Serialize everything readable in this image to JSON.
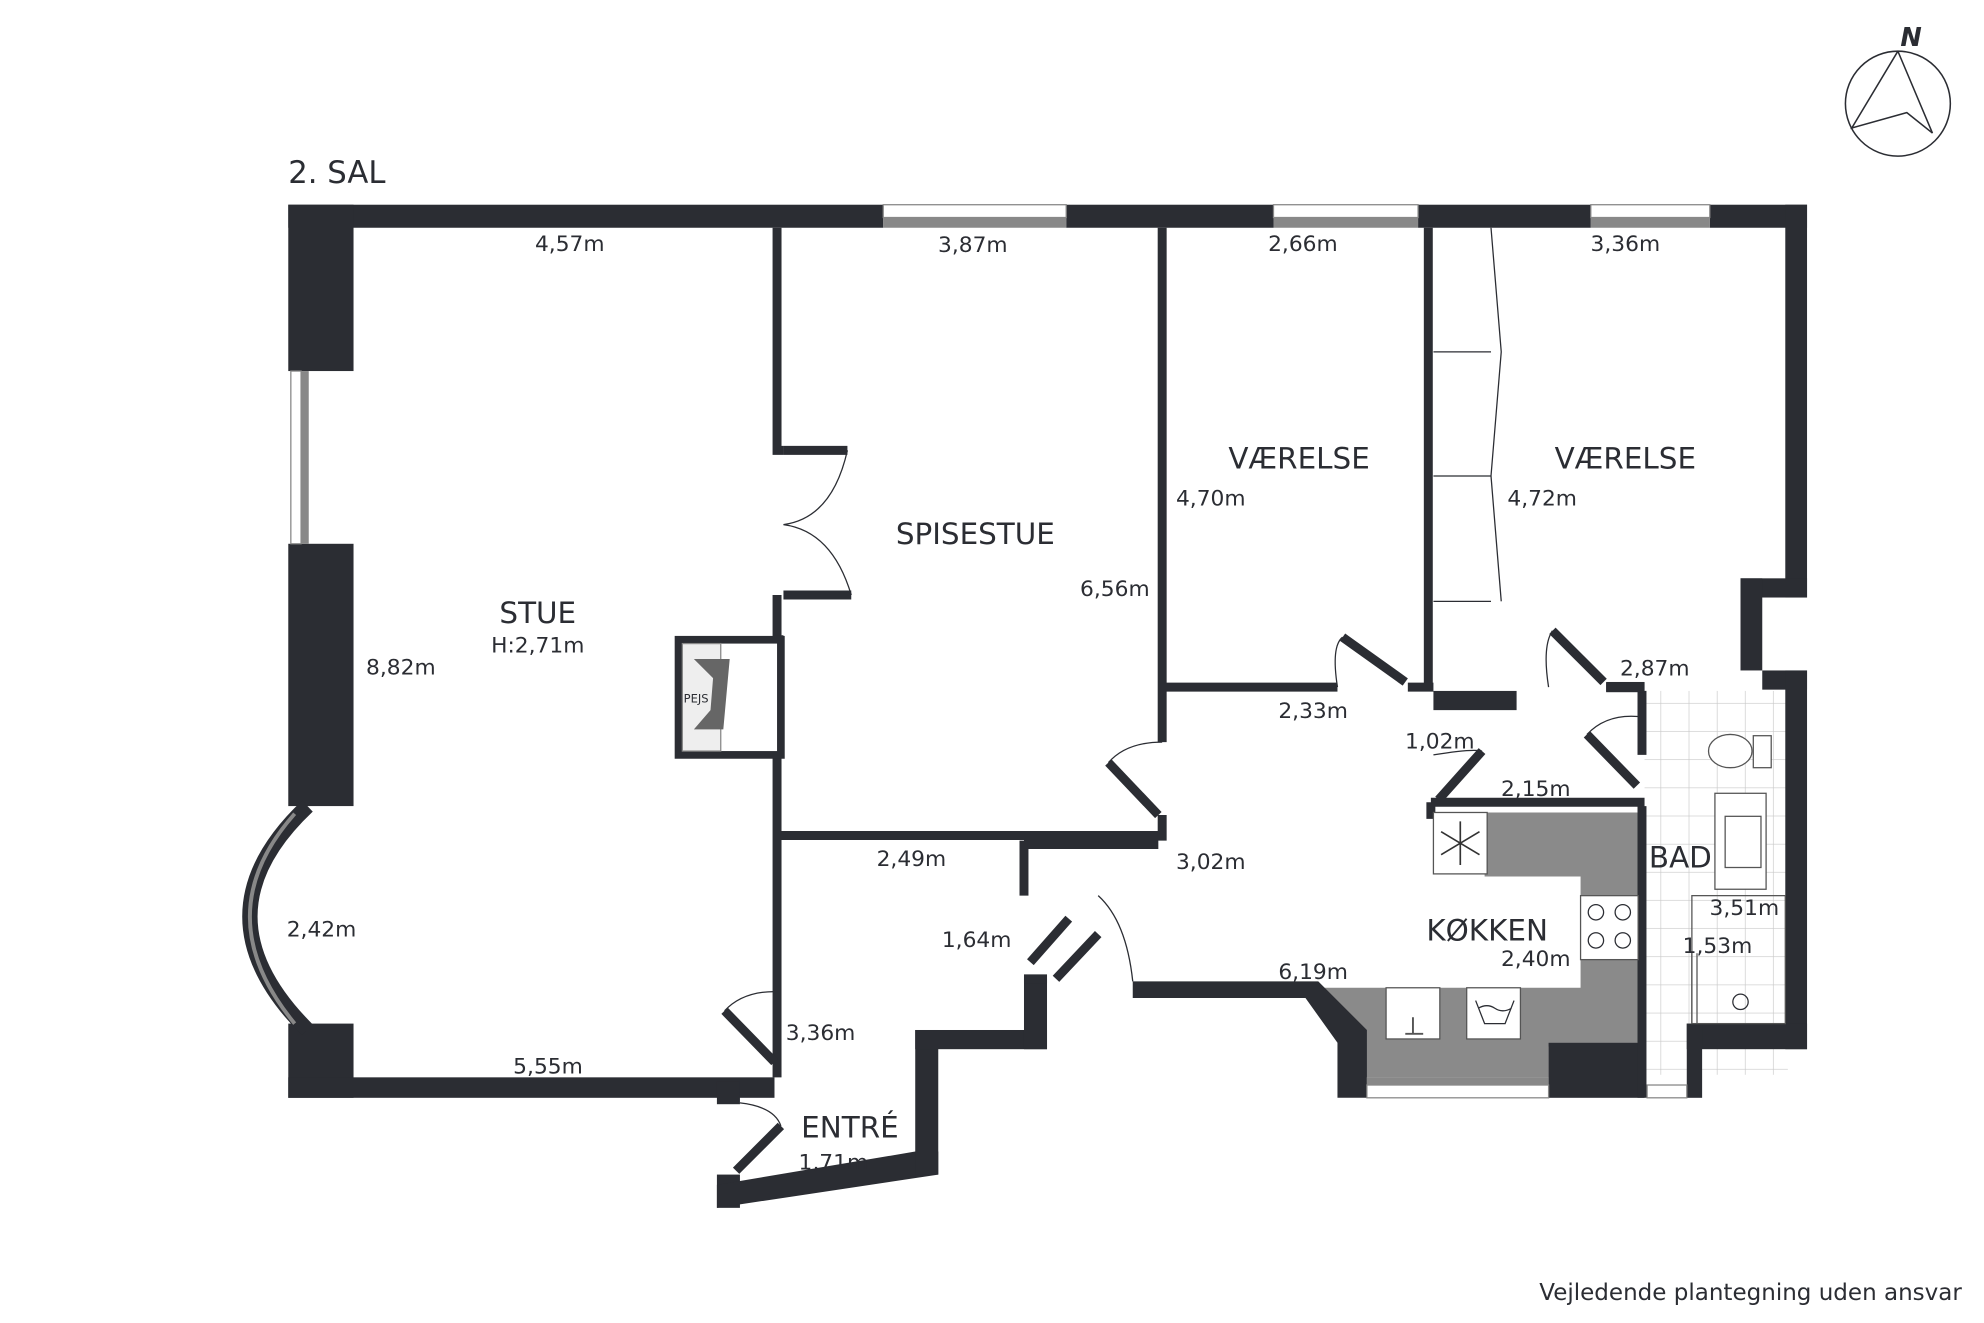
{
  "floor_label": "2. SAL",
  "footer_note": "Vejledende plantegning uden ansvar",
  "compass": {
    "label": "N"
  },
  "rooms": {
    "stue": {
      "name": "STUE",
      "height": "H:2,71m"
    },
    "spisestue": {
      "name": "SPISESTUE"
    },
    "vaerelse1": {
      "name": "VÆRELSE"
    },
    "vaerelse2": {
      "name": "VÆRELSE"
    },
    "koekken": {
      "name": "KØKKEN"
    },
    "bad": {
      "name": "BAD"
    },
    "entre": {
      "name": "ENTRÉ"
    },
    "pejs": {
      "name": "PEJS"
    }
  },
  "dimensions": {
    "stue_top": "4,57m",
    "spisestue_top": "3,87m",
    "vaerelse1_top": "2,66m",
    "vaerelse2_top": "3,36m",
    "vaerelse1_side": "4,70m",
    "vaerelse2_side": "4,72m",
    "spisestue_side": "6,56m",
    "stue_side": "8,82m",
    "hall_right": "2,87m",
    "hall_top": "2,33m",
    "hall_small": "1,02m",
    "hall_bottom": "2,15m",
    "hall2_top": "2,49m",
    "koekken_side": "3,02m",
    "hall2_side": "1,64m",
    "koekken_width": "2,40m",
    "bad_length": "3,51m",
    "bad_width": "1,53m",
    "koekken_bottom": "6,19m",
    "bay": "2,42m",
    "entre_side": "3,36m",
    "stue_bottom": "5,55m",
    "entre_width": "1,71m"
  },
  "colors": {
    "wall": "#2b2d33",
    "kitchen_floor": "#8a8a8a",
    "tile_line": "#c8c8c8"
  }
}
